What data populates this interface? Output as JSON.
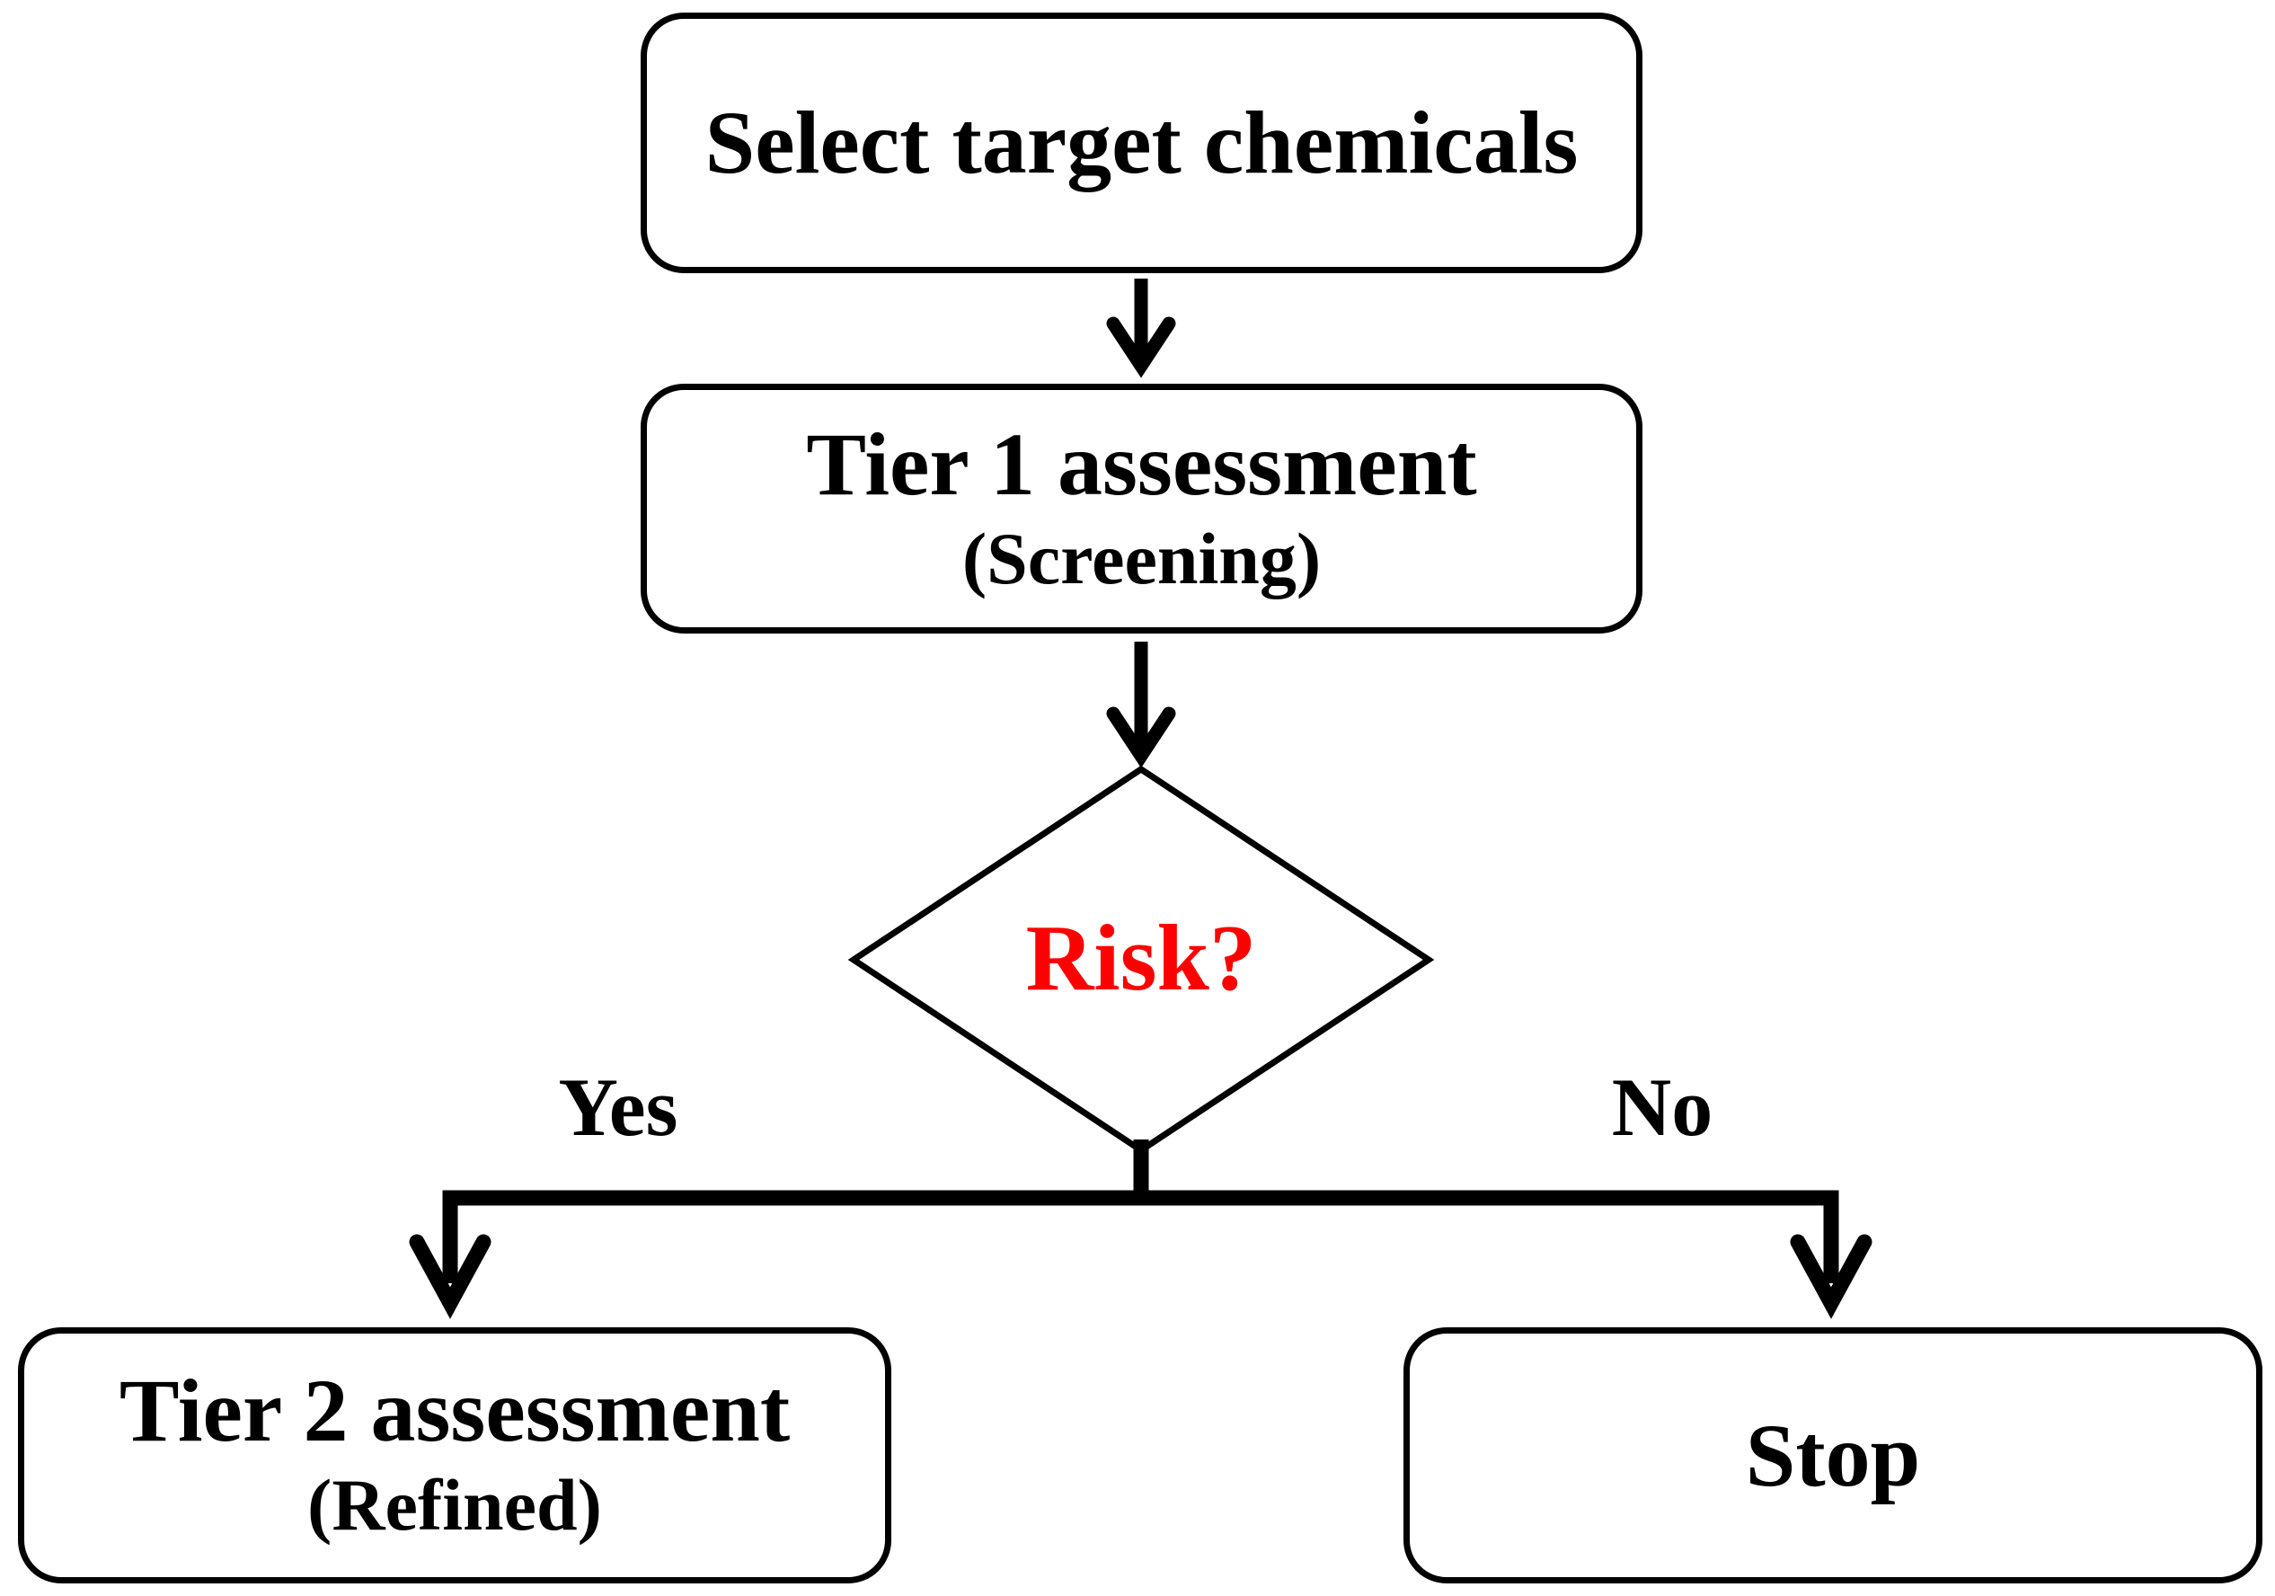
{
  "flowchart": {
    "background_color": "#ffffff",
    "line_color": "#000000",
    "text_color": "#000000",
    "risk_text_color": "#ff0000",
    "nodes": {
      "select": {
        "shape": "rounded-rect",
        "label": "Select target chemicals"
      },
      "tier1": {
        "shape": "rounded-rect",
        "label": "Tier 1 assessment",
        "sublabel": "(Screening)"
      },
      "risk": {
        "shape": "diamond",
        "label": "Risk?"
      },
      "tier2": {
        "shape": "rounded-rect",
        "label": "Tier 2 assessment",
        "sublabel": "(Refined)"
      },
      "stop": {
        "shape": "rounded-rect",
        "label": "Stop"
      }
    },
    "edge_labels": {
      "yes": "Yes",
      "no": "No"
    }
  }
}
